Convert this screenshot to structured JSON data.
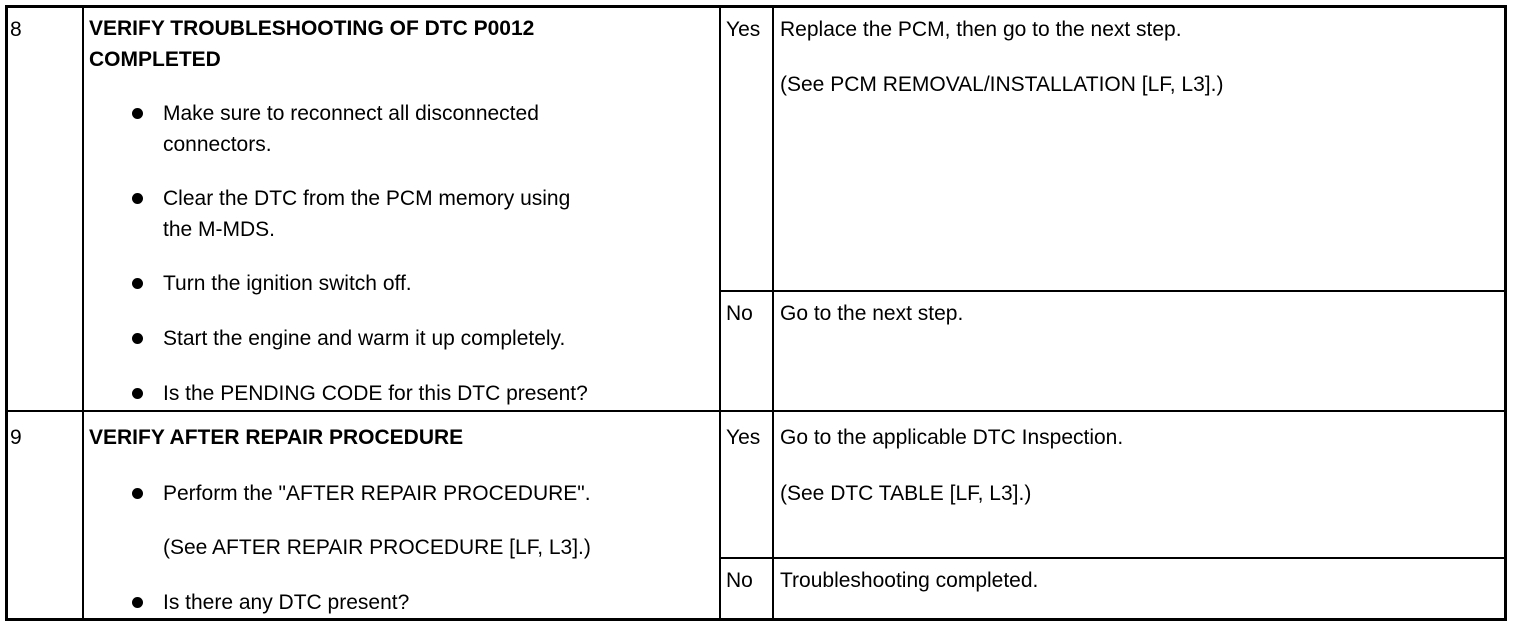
{
  "rows": [
    {
      "step": "8",
      "title_line1": "VERIFY TROUBLESHOOTING OF DTC P0012",
      "title_line2": "COMPLETED",
      "bullets": [
        {
          "line1": "Make sure to reconnect all disconnected",
          "line2": "connectors."
        },
        {
          "line1": "Clear the DTC from the PCM memory using",
          "line2": "the M-MDS."
        },
        {
          "line1": "Turn the ignition switch off."
        },
        {
          "line1": "Start the engine and warm it up completely."
        },
        {
          "line1": "Is the PENDING CODE for this DTC present?"
        }
      ],
      "yes_label": "Yes",
      "yes_action": "Replace the PCM, then go to the next step.",
      "yes_ref": "(See PCM REMOVAL/INSTALLATION [LF, L3].)",
      "no_label": "No",
      "no_action": "Go to the next step."
    },
    {
      "step": "9",
      "title_line1": "VERIFY AFTER REPAIR PROCEDURE",
      "bullets": [
        {
          "line1": "Perform the \"AFTER REPAIR PROCEDURE\".",
          "ref": "(See AFTER REPAIR PROCEDURE [LF, L3].)"
        },
        {
          "line1": "Is there any DTC present?"
        }
      ],
      "yes_label": "Yes",
      "yes_action": "Go to the applicable DTC Inspection.",
      "yes_ref": "(See DTC TABLE [LF, L3].)",
      "no_label": "No",
      "no_action": "Troubleshooting completed."
    }
  ]
}
